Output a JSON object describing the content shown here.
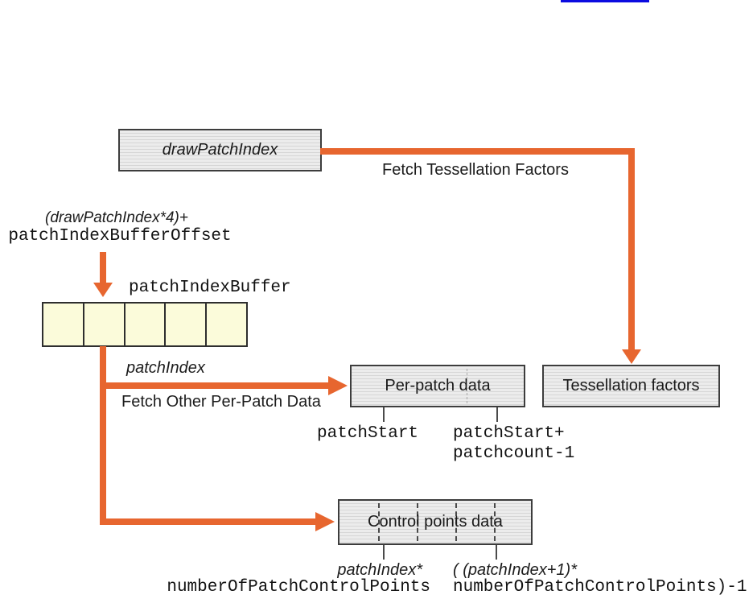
{
  "colors": {
    "orange": "#E7662F",
    "cell_fill": "#FBFBDA",
    "link_blue": "#0B0BE0",
    "box_border": "#3D3D3D"
  },
  "nodes": {
    "draw_patch_index": {
      "label": "drawPatchIndex"
    },
    "patch_index_buffer": {
      "label": "patchIndexBuffer",
      "cells": 5
    },
    "per_patch_data": {
      "label": "Per-patch data"
    },
    "tessellation_factors": {
      "label": "Tessellation factors"
    },
    "control_points_data": {
      "label": "Control points data",
      "dividers": 4
    }
  },
  "edges": {
    "fetch_tessellation_factors": {
      "label": "Fetch Tessellation Factors"
    },
    "fetch_other_per_patch_data": {
      "label": "Fetch Other Per-Patch Data"
    }
  },
  "annotations": {
    "buffer_offset_expr_line1": "(drawPatchIndex*4)+",
    "buffer_offset_expr_line2": "patchIndexBufferOffset",
    "patch_index": "patchIndex",
    "per_patch_start": "patchStart",
    "per_patch_end_line1": "patchStart+",
    "per_patch_end_line2": "patchcount-1",
    "control_points_start_line1": "patchIndex*",
    "control_points_start_line2": "numberOfPatchControlPoints",
    "control_points_end_line1": "( (patchIndex+1)*",
    "control_points_end_line2": "numberOfPatchControlPoints)-1"
  }
}
